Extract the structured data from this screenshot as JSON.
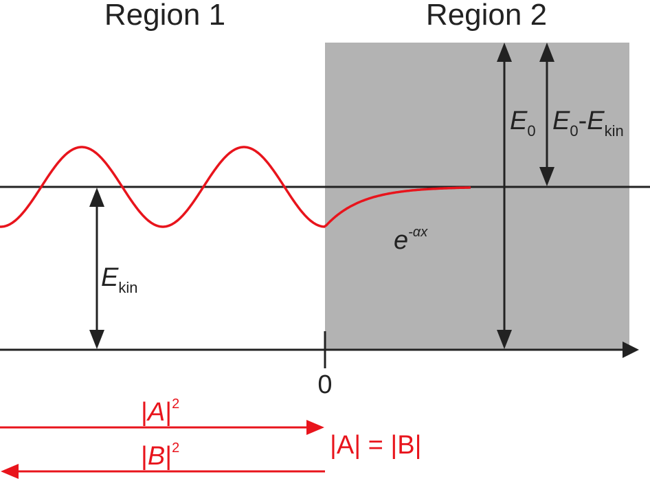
{
  "regions": {
    "left_title": "Region 1",
    "right_title": "Region 2"
  },
  "labels": {
    "origin": "0",
    "ekin_main": "E",
    "ekin_sub": "kin",
    "e0_main": "E",
    "e0_sub": "0",
    "diff_e": "E",
    "diff_sub0": "0",
    "diff_dash": "-",
    "diff_e2": "E",
    "diff_sub_kin": "kin",
    "decay_base": "e",
    "decay_exp": "-αx",
    "a_bar_open": "|",
    "a_letter": "A",
    "a_bar_close": "|",
    "a_power": "2",
    "b_bar_open": "|",
    "b_letter": "B",
    "b_bar_close": "|",
    "b_power": "2",
    "equality": "|A| = |B|"
  },
  "colors": {
    "barrier_fill": "#b3b3b3",
    "line": "#222222",
    "wave": "#e8141c"
  }
}
